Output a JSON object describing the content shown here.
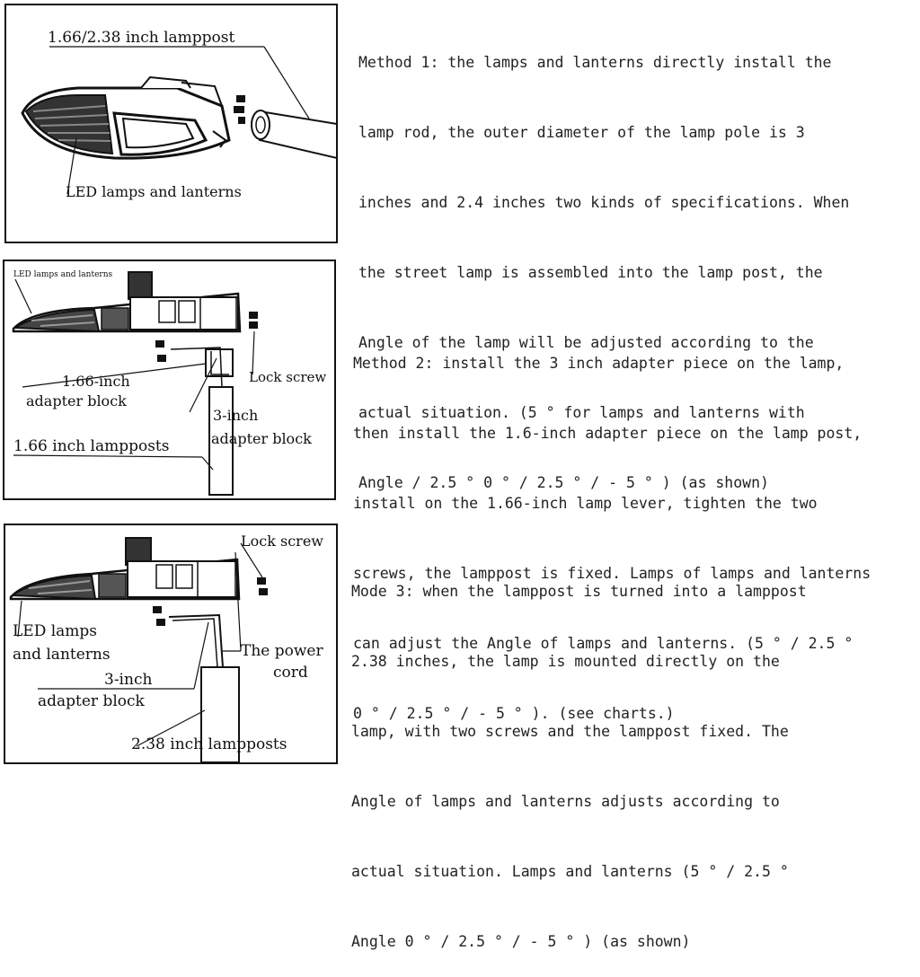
{
  "method1": {
    "labels": {
      "lamppost": "1.66/2.38 inch lamppost",
      "led": "LED lamps and lanterns"
    },
    "description_lines": [
      "Method 1: the lamps and lanterns directly install the",
      "lamp rod, the outer diameter of the lamp pole is 3",
      "inches and 2.4 inches two kinds of specifications. When",
      "the street lamp is assembled into the lamp post, the",
      "Angle of the lamp will be adjusted according to the",
      "actual situation. (5 °  for lamps and lanterns with",
      "Angle / 2.5 °  0 °  / 2.5 °  / - 5 ° ) (as shown)"
    ]
  },
  "method2": {
    "labels": {
      "led": "LED lamps and lanterns",
      "lock_screw": "Lock screw",
      "adapter_166_line1": "1.66-inch",
      "adapter_166_line2": "adapter block",
      "adapter_3_line1": "3-inch",
      "adapter_3_line2": "adapter block",
      "lampposts": "1.66 inch lampposts"
    },
    "description_lines": [
      "Method 2: install the 3 inch adapter piece on the lamp,",
      "then install the 1.6-inch adapter piece on the lamp post,",
      "install on the 1.66-inch lamp lever, tighten the two",
      "screws, the lamppost is fixed. Lamps of lamps and lanterns",
      "can adjust the Angle of lamps and lanterns. (5 °  / 2.5 °",
      "0 °  / 2.5 °  / - 5 ° ). (see charts.)"
    ]
  },
  "method3": {
    "labels": {
      "lock_screw": "Lock screw",
      "led_line1": "LED lamps",
      "led_line2": "and lanterns",
      "power_line1": "The power",
      "power_line2": "cord",
      "adapter_3_line1": "3-inch",
      "adapter_3_line2": "adapter block",
      "lampposts": "2.38 inch lampposts"
    },
    "description_lines": [
      "Mode 3: when the lamppost is turned into a lamppost",
      "2.38 inches, the lamp is mounted directly on the",
      "lamp, with two screws and the lamppost fixed. The",
      "Angle of lamps and lanterns adjusts according to",
      "actual situation. Lamps and lanterns (5 °  / 2.5 °",
      "Angle 0 °  / 2.5 °  / - 5 ° ) (as shown)"
    ]
  }
}
